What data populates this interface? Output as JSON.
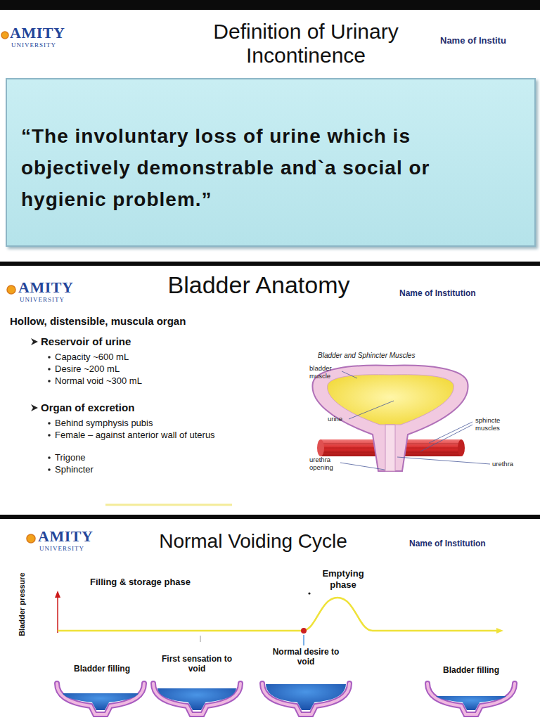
{
  "diagram": {
    "nodes": [
      {
        "text": [
          "AMITY",
          "UNIVERSITY",
          "Definition of Urinary Incontinence",
          "Name of Institu"
        ]
      },
      {
        "text": [
          "“The involuntary loss of urine which is objectively demonstrable and`a social or hygienic problem.”"
        ],
        "in": 0
      },
      {
        "text": [
          "AMITY",
          "UNIVERSITY",
          "Bladder Anatomy",
          "Name of Institution"
        ]
      },
      {
        "text": [
          "AMITY",
          "UNIVERSITY",
          "Normal Voiding Cycle",
          "Name of Institution"
        ]
      }
    ],
    "labels": [
      "Hollow, distensible, muscula organ",
      "Reservoir of urine",
      "Capacity ~600 mL",
      "Desire ~200 mL",
      "Normal void ~300 mL",
      "Organ of excretion",
      "Behind symphysis pubis",
      "Female – against anterior wall of uterus",
      "Trigone",
      "Sphincter",
      "Bladder and Sphincter Muscles",
      "bladder muscle",
      "urine",
      "sphincte muscles",
      "urethra opening",
      "urethra",
      "Bladder pressure",
      "Filling & storage phase",
      "Emptying phase",
      "Bladder filling",
      "First sensation to void",
      "Normal desire to void",
      "Bladder filling"
    ]
  }
}
